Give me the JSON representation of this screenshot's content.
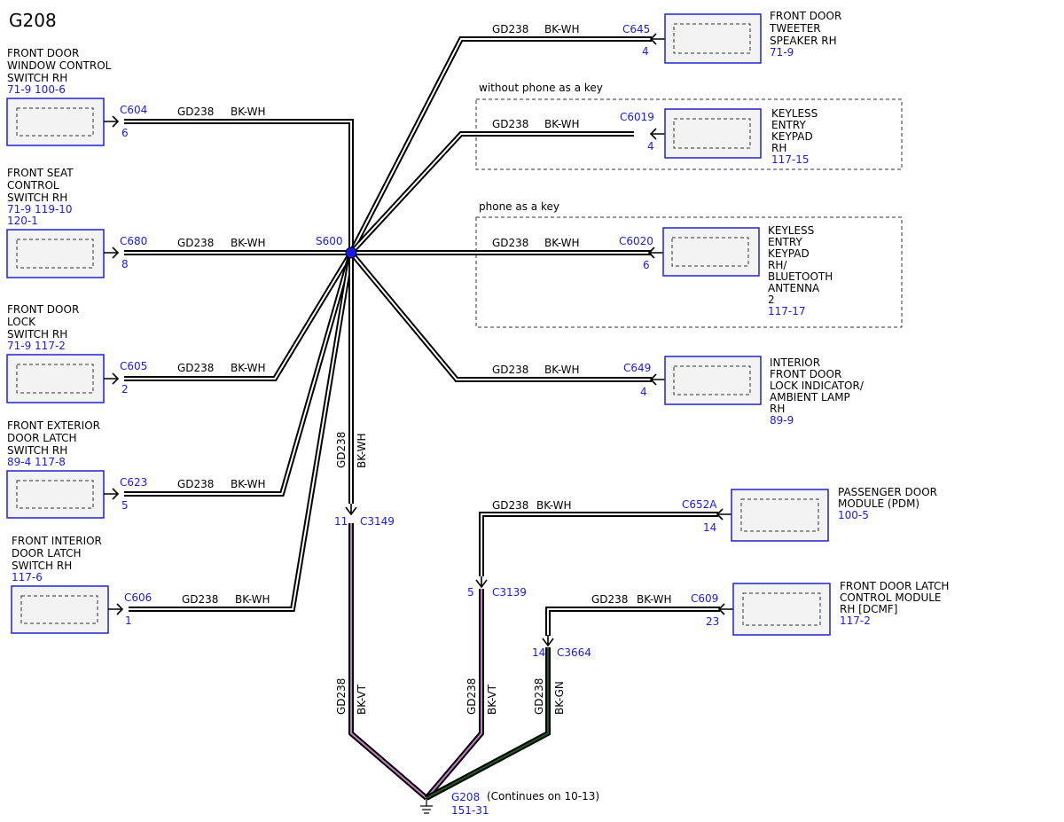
{
  "title": "G208",
  "wire": {
    "circuit": "GD238",
    "color_bkwh": "BK-WH",
    "color_bkvt": "BK-VT",
    "color_bkgn": "BK-GN"
  },
  "splice": {
    "id": "S600"
  },
  "left_components": [
    {
      "lines": [
        "FRONT DOOR",
        "WINDOW CONTROL",
        "SWITCH RH"
      ],
      "refs": [
        "71-9  100-6"
      ],
      "connector": "C604",
      "pin": "6"
    },
    {
      "lines": [
        "FRONT SEAT",
        "CONTROL",
        "SWITCH RH"
      ],
      "refs": [
        "71-9   119-10",
        "120-1"
      ],
      "connector": "C680",
      "pin": "8"
    },
    {
      "lines": [
        "FRONT DOOR",
        "LOCK",
        "SWITCH RH"
      ],
      "refs": [
        "71-9  117-2"
      ],
      "connector": "C605",
      "pin": "2"
    },
    {
      "lines": [
        "FRONT EXTERIOR",
        "DOOR LATCH",
        "SWITCH RH"
      ],
      "refs": [
        "89-4  117-8"
      ],
      "connector": "C623",
      "pin": "5"
    },
    {
      "lines": [
        "FRONT INTERIOR",
        "DOOR LATCH",
        "SWITCH RH"
      ],
      "refs": [
        "117-6"
      ],
      "connector": "C606",
      "pin": "1"
    }
  ],
  "right_components": [
    {
      "lines": [
        "FRONT DOOR",
        "TWEETER",
        "SPEAKER RH"
      ],
      "refs": [
        "71-9"
      ],
      "connector": "C645",
      "pin": "4"
    },
    {
      "lines": [
        "KEYLESS",
        "ENTRY",
        "KEYPAD",
        "RH"
      ],
      "refs": [
        "117-15"
      ],
      "connector": "C6019",
      "pin": "4"
    },
    {
      "lines": [
        "KEYLESS",
        "ENTRY",
        "KEYPAD",
        "RH/",
        "BLUETOOTH",
        "ANTENNA",
        "2"
      ],
      "refs": [
        "117-17"
      ],
      "connector": "C6020",
      "pin": "6"
    },
    {
      "lines": [
        "INTERIOR",
        "FRONT DOOR",
        "LOCK INDICATOR/",
        "AMBIENT LAMP",
        "RH"
      ],
      "refs": [
        "89-9"
      ],
      "connector": "C649",
      "pin": "4"
    },
    {
      "lines": [
        "PASSENGER DOOR",
        "MODULE (PDM)"
      ],
      "refs": [
        "100-5"
      ],
      "connector": "C652A",
      "pin": "14"
    },
    {
      "lines": [
        "FRONT DOOR LATCH",
        "CONTROL MODULE",
        "RH [DCMF]"
      ],
      "refs": [
        "117-2"
      ],
      "connector": "C609",
      "pin": "23"
    }
  ],
  "options": {
    "without_phone": "without phone as a key",
    "with_phone": "phone as a key"
  },
  "inline_connectors": [
    {
      "id": "C3149",
      "pin": "11"
    },
    {
      "id": "C3139",
      "pin": "5"
    },
    {
      "id": "C3664",
      "pin": "14"
    }
  ],
  "ground": {
    "id": "G208",
    "ref": "151-31",
    "note": "(Continues on 10-13)"
  },
  "colors": {
    "connector_blue": "#1a1aee",
    "splice": "#1a1aee",
    "violet_tracer": "#c77cc7",
    "green_tracer": "#1f5a1f"
  }
}
